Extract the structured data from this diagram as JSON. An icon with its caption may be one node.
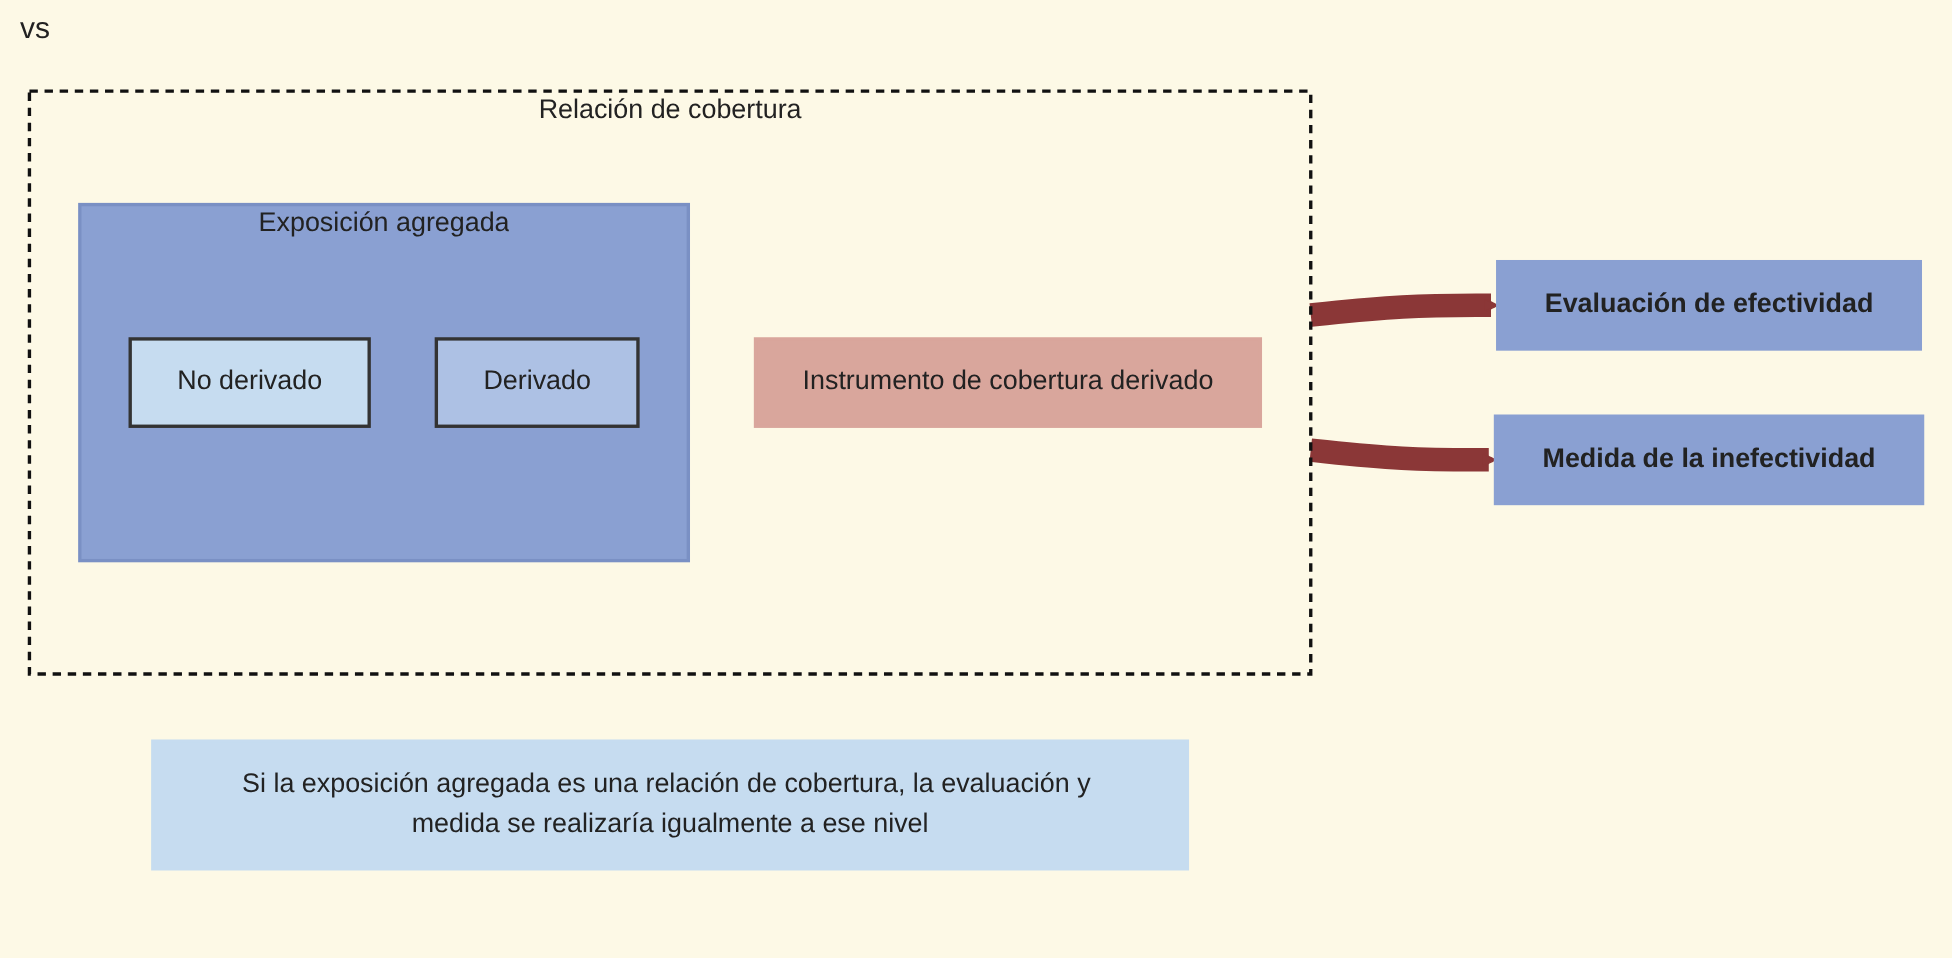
{
  "diagram": {
    "nodes": [
      {
        "text": [
          "Relación de cobertura"
        ]
      },
      {
        "text": [
          "Exposición agregada"
        ],
        "in": 0
      },
      {
        "text": [
          "No derivado"
        ],
        "in": 1
      },
      {
        "text": [
          "Derivado"
        ],
        "in": 1
      },
      {
        "text": [
          "Instrumento de cobertura derivado"
        ],
        "in": 0
      },
      {
        "text": [
          "Evaluación de efectividad"
        ]
      },
      {
        "text": [
          "Medida de la inefectividad"
        ]
      },
      {
        "text": [
          "Si la exposición agregada es una relación de cobertura, la evaluación y medida se realizaría igualmente a ese nivel"
        ]
      }
    ],
    "edges": [
      {
        "from": 0,
        "to": 5,
        "arrow": "to"
      },
      {
        "from": 0,
        "to": 6,
        "arrow": "to"
      }
    ],
    "labels": [
      "vs"
    ]
  }
}
